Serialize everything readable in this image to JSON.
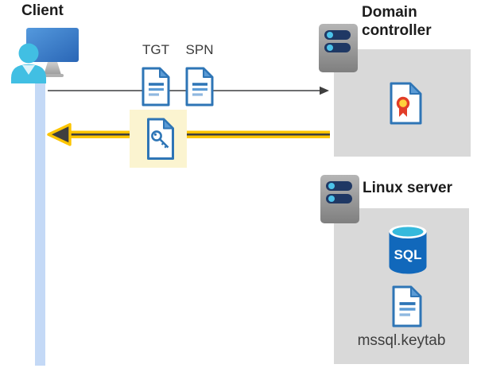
{
  "client": {
    "label": "Client"
  },
  "flow": {
    "tgt_label": "TGT",
    "spn_label": "SPN"
  },
  "domain_controller": {
    "label": "Domain controller"
  },
  "linux_server": {
    "label": "Linux server",
    "sql_badge": "SQL",
    "keytab_filename": "mssql.keytab"
  },
  "colors": {
    "doc_border_blue": "#2E75B6",
    "doc_fold_blue": "#5B9BD5",
    "panel_gray": "#D9D9D9",
    "highlight_yellow_bg": "#FBF4D0",
    "response_arrow_yellow": "#FDC500",
    "arrow_dark": "#3F3F3F",
    "request_arrow_gray": "#58595B",
    "client_bar_blue": "#C4D9F6",
    "person_cyan": "#41BFE3",
    "server_pill_navy": "#1F3864",
    "server_dot_cyan": "#4CC3EA",
    "sql_body_blue": "#1168BB",
    "sql_top_cyan": "#35B9DC",
    "medal_yellow": "#FFD23C",
    "medal_red": "#E23D28"
  }
}
